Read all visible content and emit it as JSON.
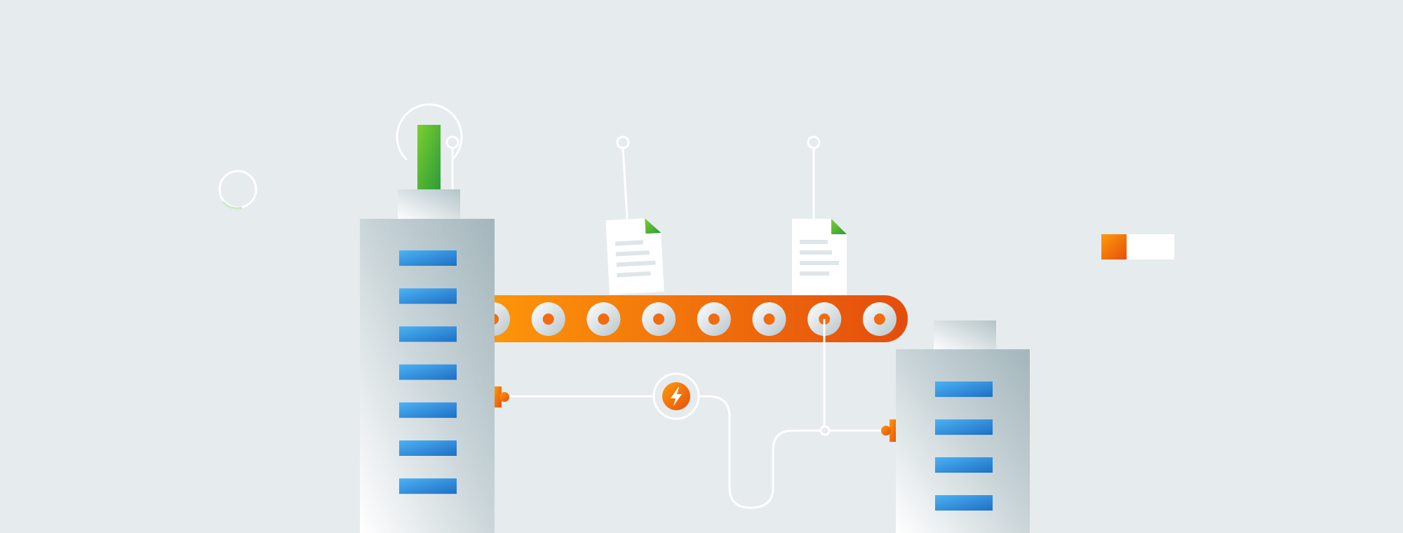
{
  "scene": {
    "background": "#e6ebee",
    "accent_orange": "#f7941d",
    "accent_orange_dark": "#e8520a",
    "accent_green": "#3fae3a",
    "window_blue": "#2f8fe0",
    "building_gray": "#a9bcc2",
    "icons": {
      "power": "lightning-bolt-icon",
      "document": "document-icon",
      "connector": "plug-connector-icon"
    },
    "conveyor_rollers": 8,
    "left_building_windows": 7,
    "right_building_windows": 4,
    "documents_on_belt": 2
  }
}
